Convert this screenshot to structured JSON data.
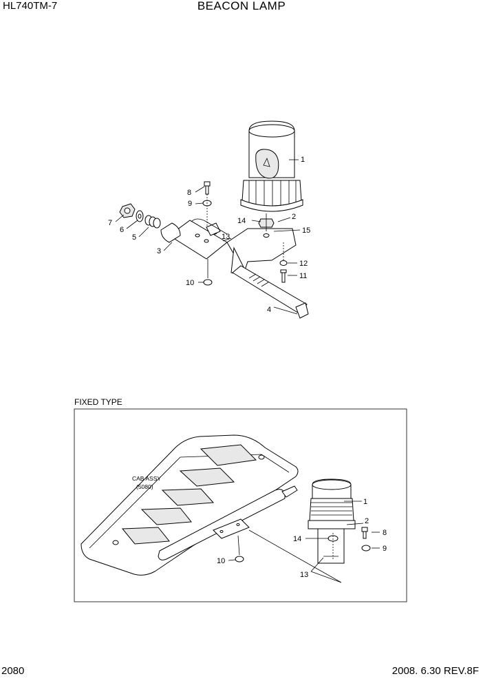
{
  "header": {
    "model": "HL740TM-7",
    "title": "BEACON LAMP"
  },
  "footer": {
    "page_number": "2080",
    "revision": "2008. 6.30  REV.8F"
  },
  "top_diagram": {
    "callouts": [
      "1",
      "2",
      "3",
      "4",
      "5",
      "6",
      "7",
      "8",
      "9",
      "10",
      "11",
      "12",
      "13",
      "14",
      "15"
    ]
  },
  "fixed_type": {
    "label": "FIXED TYPE",
    "cab_assy_line1": "CAB ASSY",
    "cab_assy_line2": "(5080)",
    "callouts": [
      "1",
      "2",
      "8",
      "9",
      "10",
      "13",
      "14"
    ]
  }
}
